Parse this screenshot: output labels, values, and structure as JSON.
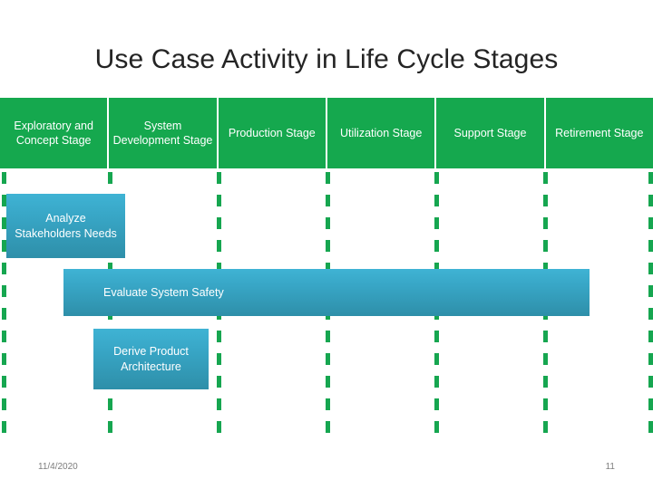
{
  "slide": {
    "title": "Use Case Activity in Life Cycle Stages",
    "colors": {
      "stage_green": "#15a84e",
      "activity_blue_top": "#3fb3d4",
      "activity_blue_bottom": "#2e8fa9",
      "title_text": "#242424",
      "footer_text": "#7d7d7d",
      "background": "#ffffff"
    }
  },
  "stages": [
    {
      "label": "Exploratory and Concept Stage"
    },
    {
      "label": "System Development Stage"
    },
    {
      "label": "Production Stage"
    },
    {
      "label": "Utilization Stage"
    },
    {
      "label": "Support Stage"
    },
    {
      "label": "Retirement Stage"
    }
  ],
  "activities": [
    {
      "label": "Analyze Stakeholders Needs",
      "align": "center"
    },
    {
      "label": "Evaluate System Safety",
      "align": "left"
    },
    {
      "label": "Derive Product Architecture",
      "align": "center"
    }
  ],
  "lane_dividers": [
    2,
    119,
    239,
    359,
    479,
    599,
    715
  ],
  "footer": {
    "date": "11/4/2020",
    "page_number": "11"
  }
}
